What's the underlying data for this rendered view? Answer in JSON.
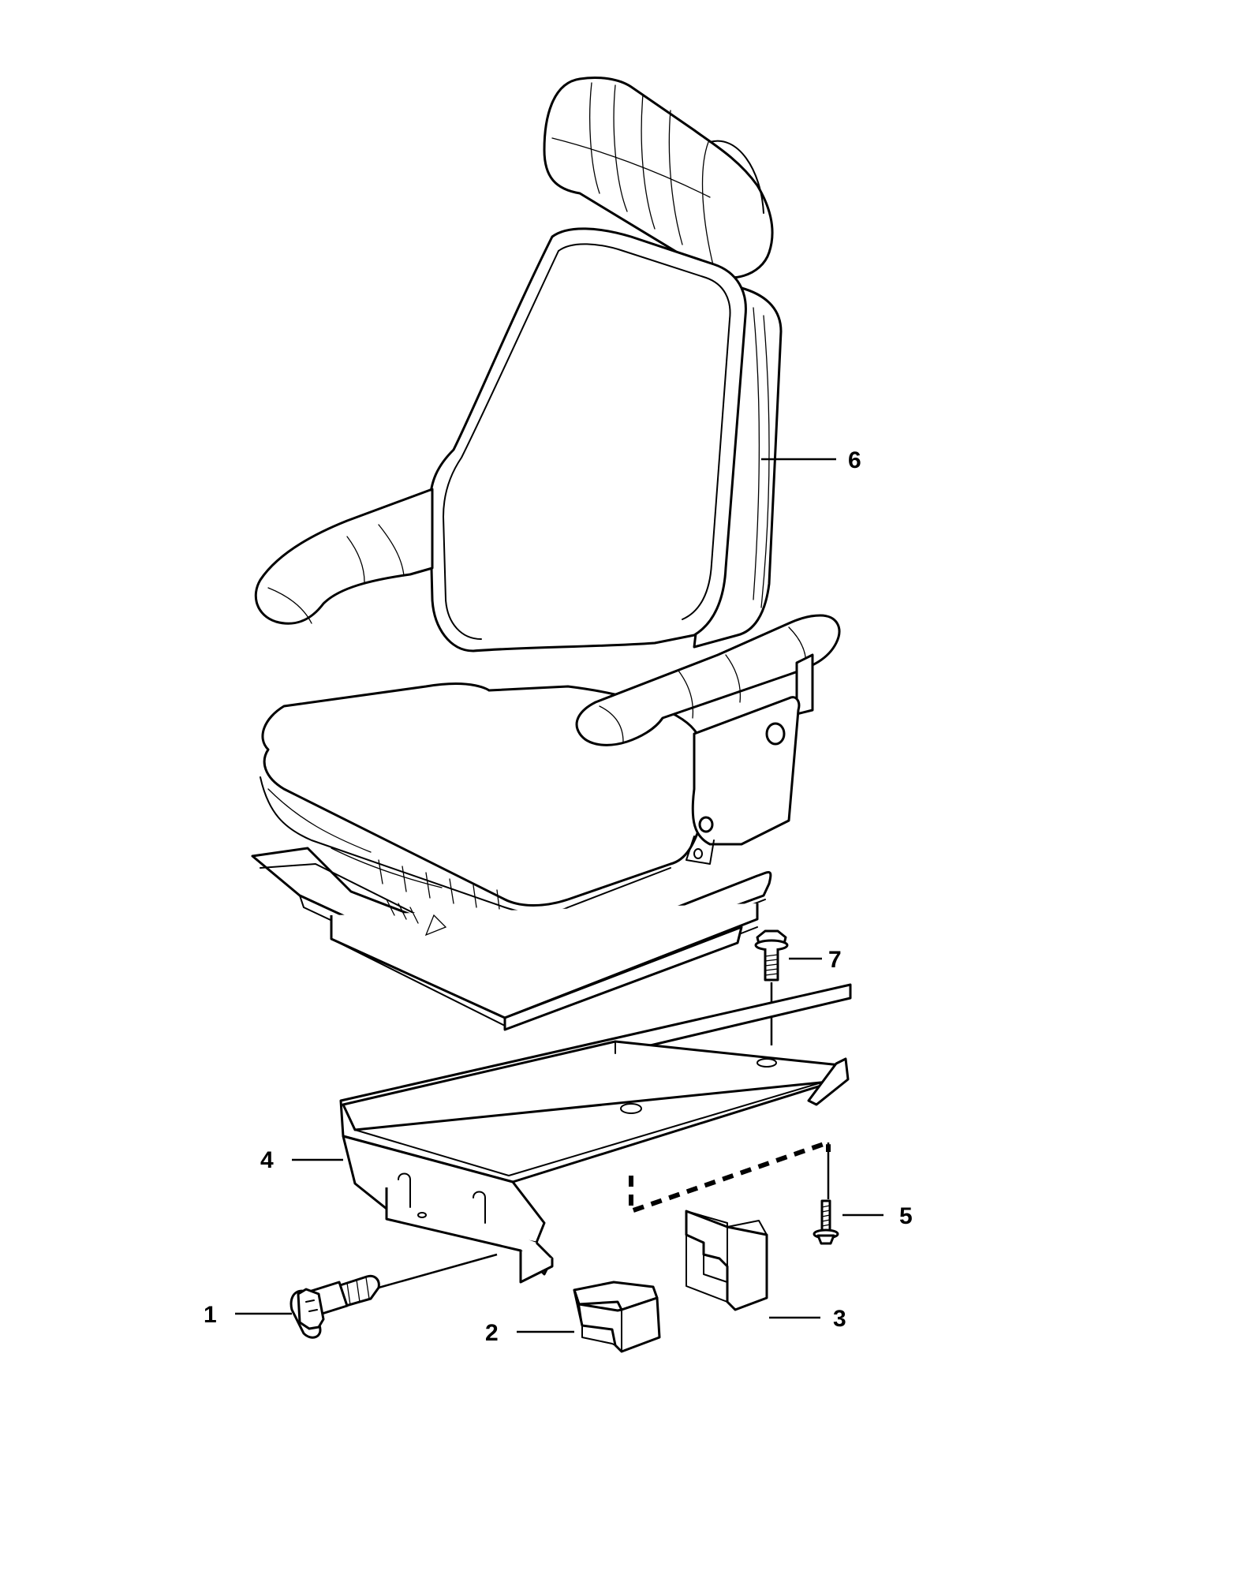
{
  "callouts": {
    "c1": "1",
    "c2": "2",
    "c3": "3",
    "c4": "4",
    "c5": "5",
    "c6": "6",
    "c7": "7"
  },
  "parts": [
    {
      "callout": "1",
      "icon": "hex-flange-bolt-icon"
    },
    {
      "callout": "2",
      "icon": "clip-icon"
    },
    {
      "callout": "3",
      "icon": "clip-icon"
    },
    {
      "callout": "4",
      "icon": "seat-base-plate-icon"
    },
    {
      "callout": "5",
      "icon": "flange-bolt-icon"
    },
    {
      "callout": "6",
      "icon": "operator-seat-icon"
    },
    {
      "callout": "7",
      "icon": "flange-bolt-icon"
    }
  ]
}
